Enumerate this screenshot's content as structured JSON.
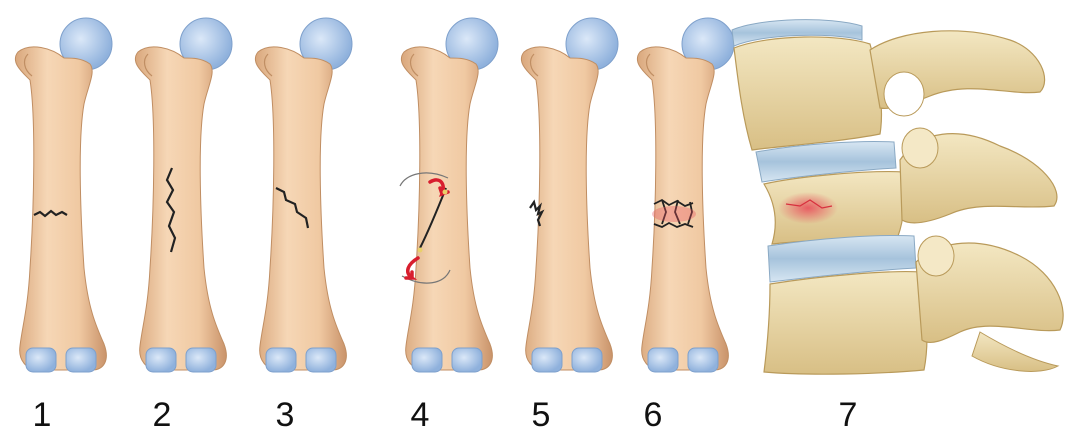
{
  "panels": [
    {
      "label": "1",
      "fracture": "transverse"
    },
    {
      "label": "2",
      "fracture": "longitudinal"
    },
    {
      "label": "3",
      "fracture": "oblique"
    },
    {
      "label": "4",
      "fracture": "spiral"
    },
    {
      "label": "5",
      "fracture": "greenstick"
    },
    {
      "label": "6",
      "fracture": "comminuted"
    },
    {
      "label": "7",
      "fracture": "vertebral-compression"
    }
  ],
  "colors": {
    "bone": "#f0c9a2",
    "bone_shadow": "#d9a77c",
    "cartilage": "#a9c6ea",
    "crack": "#222222",
    "injury": "#e8505b",
    "disc": "#b9d2e6",
    "vertebra": "#ead9a8"
  }
}
